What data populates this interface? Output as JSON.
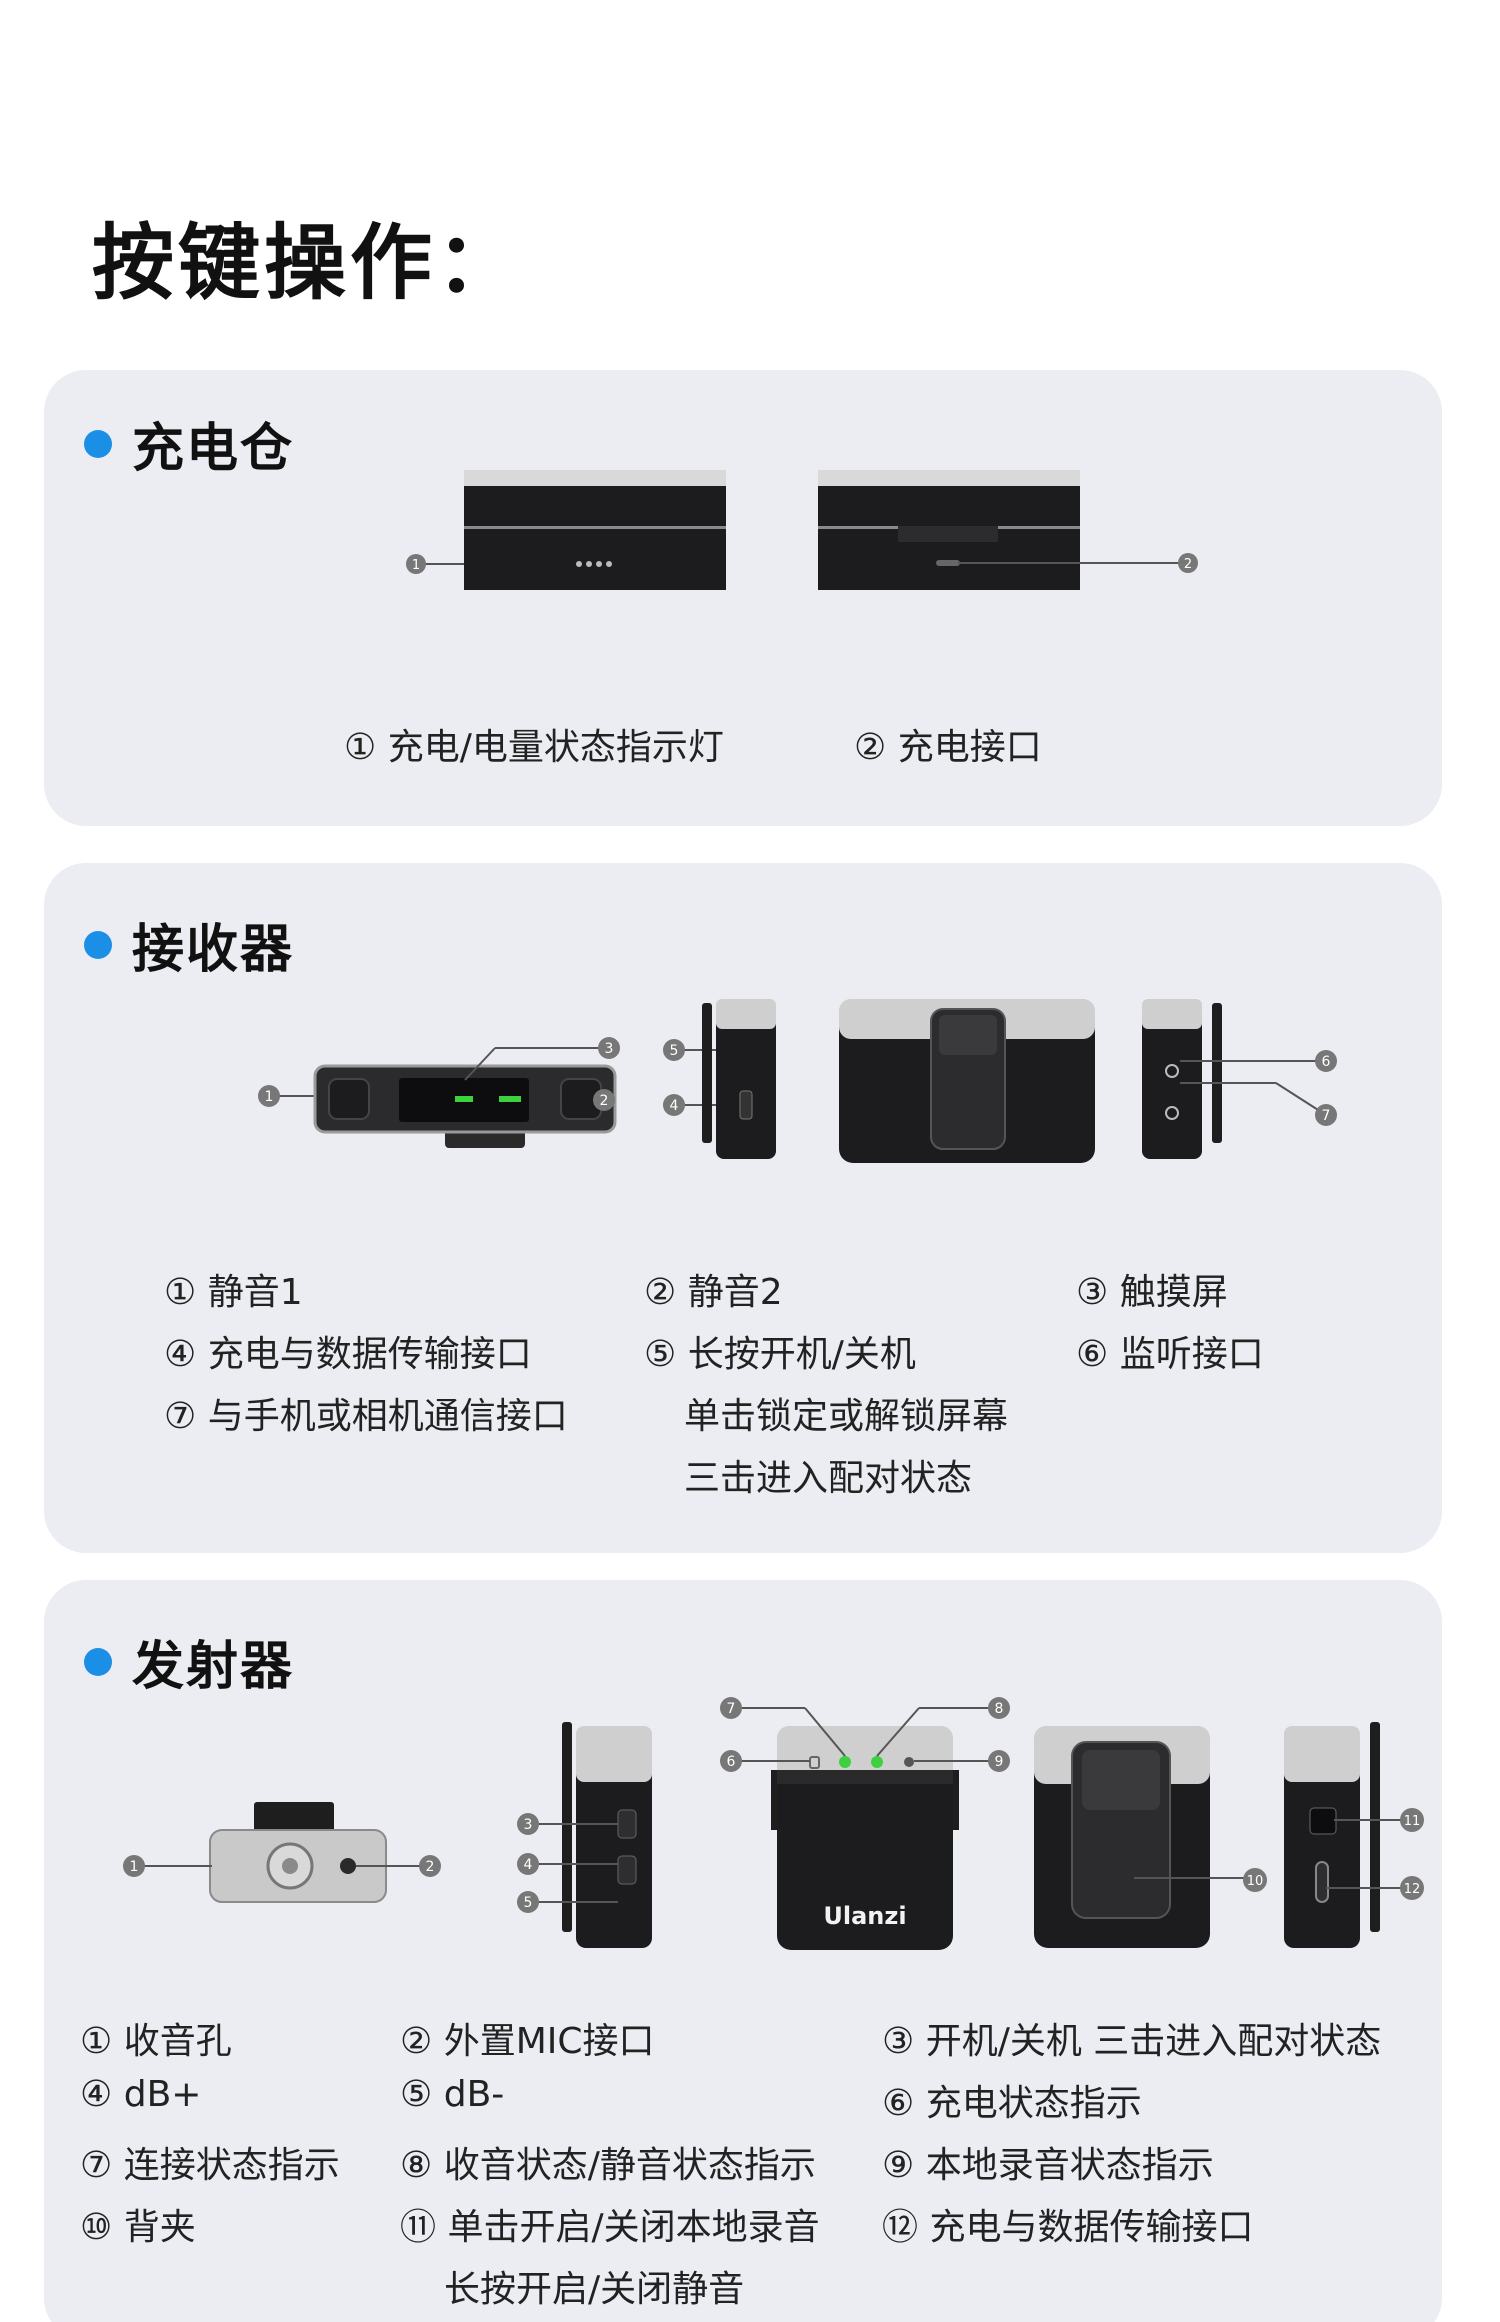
{
  "page": {
    "title": "按键操作："
  },
  "colors": {
    "accent_dot": "#1b8fe6",
    "card_bg": "#ebedf2",
    "indicator_green": "#3ed13e"
  },
  "sections": {
    "charging_case": {
      "title": "充电仓",
      "labels": [
        "① 充电/电量状态指示灯",
        "② 充电接口"
      ]
    },
    "receiver": {
      "title": "接收器",
      "labels": [
        "① 静音1",
        "② 静音2",
        "③ 触摸屏",
        "④ 充电与数据传输接口",
        "⑤ 长按开机/关机",
        "⑥ 监听接口",
        "⑦ 与手机或相机通信接口",
        "单击锁定或解锁屏幕",
        "三击进入配对状态"
      ]
    },
    "transmitter": {
      "title": "发射器",
      "brand": "Ulanzi",
      "labels": [
        "① 收音孔",
        "② 外置MIC接口",
        "③ 开机/关机 三击进入配对状态",
        "④ dB+",
        "⑤ dB-",
        "⑥ 充电状态指示",
        "⑦ 连接状态指示",
        "⑧ 收音状态/静音状态指示",
        "⑨ 本地录音状态指示",
        "⑩ 背夹",
        "⑪ 单击开启/关闭本地录音",
        "⑫ 充电与数据传输接口",
        "长按开启/关闭静音"
      ]
    }
  },
  "callouts": [
    "1",
    "2",
    "3",
    "4",
    "5",
    "6",
    "7",
    "8",
    "9",
    "10",
    "11",
    "12"
  ]
}
